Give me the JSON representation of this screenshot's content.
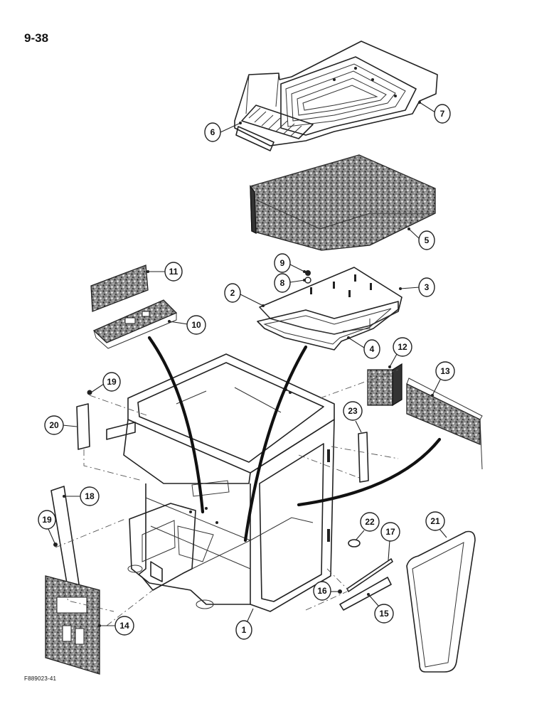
{
  "page": {
    "page_number": "9-38",
    "figure_code": "F889023-41"
  },
  "callouts": [
    {
      "id": "c1",
      "label": "1"
    },
    {
      "id": "c2",
      "label": "2"
    },
    {
      "id": "c3",
      "label": "3"
    },
    {
      "id": "c4",
      "label": "4"
    },
    {
      "id": "c5",
      "label": "5"
    },
    {
      "id": "c6",
      "label": "6"
    },
    {
      "id": "c7",
      "label": "7"
    },
    {
      "id": "c8",
      "label": "8"
    },
    {
      "id": "c9",
      "label": "9"
    },
    {
      "id": "c10",
      "label": "10"
    },
    {
      "id": "c11",
      "label": "11"
    },
    {
      "id": "c12",
      "label": "12"
    },
    {
      "id": "c13",
      "label": "13"
    },
    {
      "id": "c14",
      "label": "14"
    },
    {
      "id": "c15",
      "label": "15"
    },
    {
      "id": "c16",
      "label": "16"
    },
    {
      "id": "c17",
      "label": "17"
    },
    {
      "id": "c18",
      "label": "18"
    },
    {
      "id": "c19a",
      "label": "19"
    },
    {
      "id": "c19b",
      "label": "19"
    },
    {
      "id": "c20",
      "label": "20"
    },
    {
      "id": "c21",
      "label": "21"
    },
    {
      "id": "c22",
      "label": "22"
    },
    {
      "id": "c23",
      "label": "23"
    }
  ]
}
